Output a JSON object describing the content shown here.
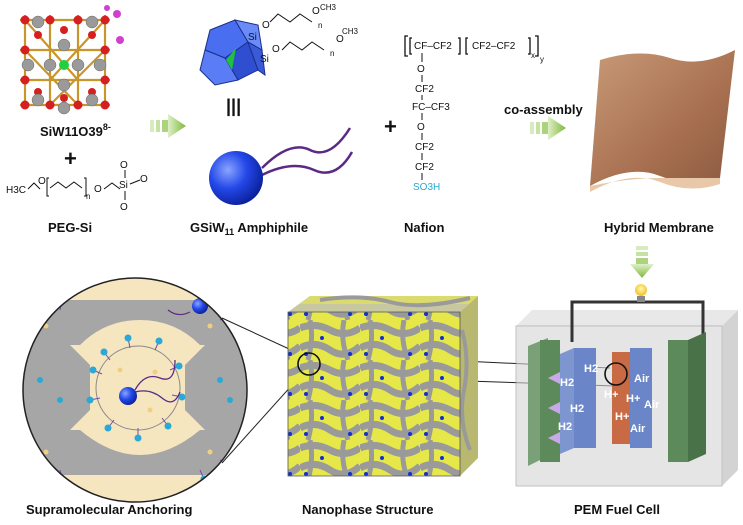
{
  "top_row": {
    "polyoxometalate_label": "SiW11O39",
    "polyoxometalate_charge": "8-",
    "plus_1": "+",
    "peg_si_label": "PEG-Si",
    "peg_formula": {
      "h3c": "H3C",
      "o": "O",
      "n": "n",
      "si": "Si",
      "o1": "O",
      "o2": "O",
      "o3": "O"
    },
    "equiv": "|||",
    "amphiphile_label": "GSiW",
    "amphiphile_sub": "11",
    "amphiphile_suffix": " Amphiphile",
    "amphiphile_formula": {
      "si1": "Si",
      "si2": "Si",
      "o": "O",
      "n": "n",
      "ch3": "CH3"
    },
    "plus_2": "+",
    "nafion_label": "Nafion",
    "nafion_formula": {
      "backbone_1": "CF–CF2",
      "backbone_2": "CF2–CF2",
      "x": "x",
      "y": "y",
      "o1": "O",
      "cf2_1": "CF2",
      "fc_cf3": "FC–CF3",
      "o2": "O",
      "cf2_2": "CF2",
      "cf2_3": "CF2",
      "so3h": "SO3H"
    },
    "co_assembly": "co-assembly",
    "hybrid_membrane_label": "Hybrid Membrane"
  },
  "bottom_row": {
    "supramolecular_label": "Supramolecular Anchoring",
    "nanophase_label": "Nanophase Structure",
    "fuel_cell_label": "PEM Fuel Cell",
    "fuel_cell": {
      "h2_labels": [
        "H2",
        "H2",
        "H2",
        "H2"
      ],
      "h_plus_labels": [
        "H+",
        "H+",
        "H+"
      ],
      "air_labels": [
        "Air",
        "Air",
        "Air"
      ]
    }
  },
  "colors": {
    "arrow_green": "#8cc63f",
    "polyhedra_blue": "#3c5fd8",
    "sphere_blue": "#1f3fe0",
    "chain_purple": "#5b2a86",
    "sulfonate_cyan": "#2aa8d6",
    "membrane_tan": "#b07f5c",
    "matrix_gray": "#9a9a9a",
    "domain_yellow": "#e8e84a",
    "fc_green": "#5d8a5a",
    "fc_blue": "#6a86c8",
    "fc_orange": "#c86a44"
  }
}
